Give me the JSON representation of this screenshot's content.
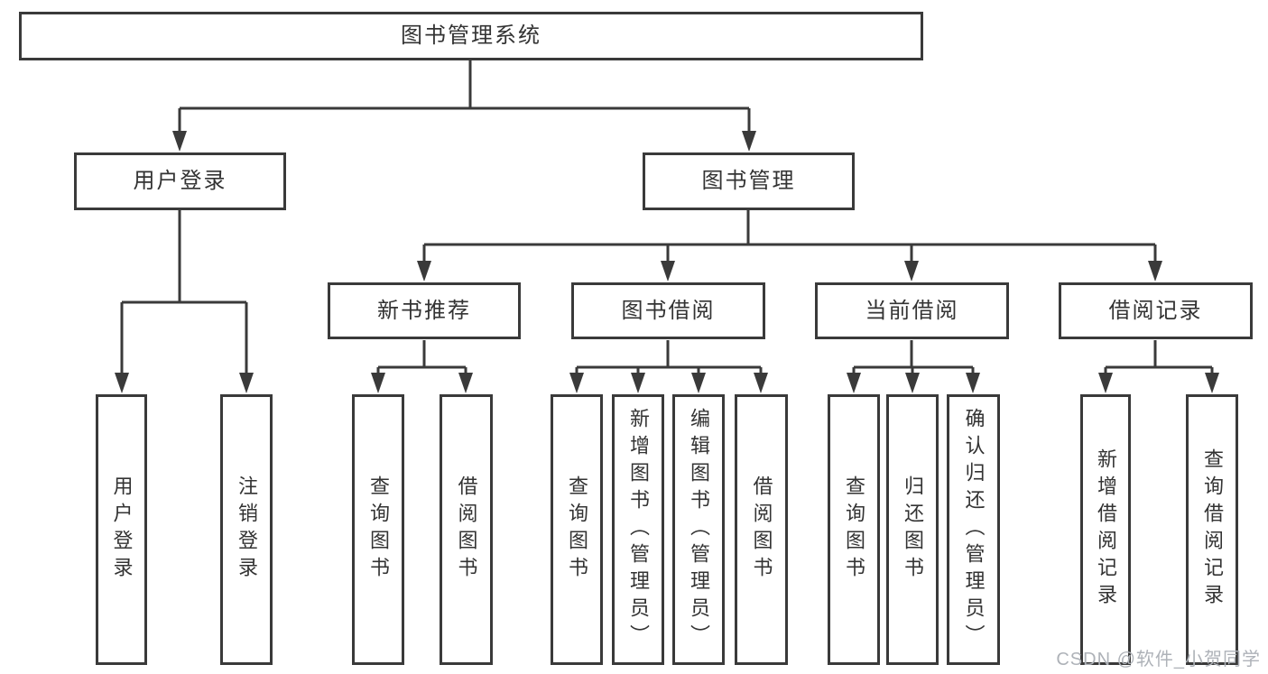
{
  "tree": {
    "label": "图书管理系统",
    "children": [
      {
        "label": "用户登录",
        "children": [
          {
            "label": "用户登录"
          },
          {
            "label": "注销登录"
          }
        ]
      },
      {
        "label": "图书管理",
        "children": [
          {
            "label": "新书推荐",
            "children": [
              {
                "label": "查询图书"
              },
              {
                "label": "借阅图书"
              }
            ]
          },
          {
            "label": "图书借阅",
            "children": [
              {
                "label": "查询图书"
              },
              {
                "label": "新增图书（管理员）"
              },
              {
                "label": "编辑图书（管理员）"
              },
              {
                "label": "借阅图书"
              }
            ]
          },
          {
            "label": "当前借阅",
            "children": [
              {
                "label": "查询图书"
              },
              {
                "label": "归还图书"
              },
              {
                "label": "确认归还（管理员）"
              }
            ]
          },
          {
            "label": "借阅记录",
            "children": [
              {
                "label": "新增借阅记录"
              },
              {
                "label": "查询借阅记录"
              }
            ]
          }
        ]
      }
    ]
  },
  "watermark": {
    "text": "CSDN @软件_小贺同学"
  },
  "colors": {
    "line": "#3a3a3a",
    "border": "#3a3a3a",
    "text": "#333333",
    "watermark": "#aeb2b8",
    "background": "#ffffff"
  }
}
